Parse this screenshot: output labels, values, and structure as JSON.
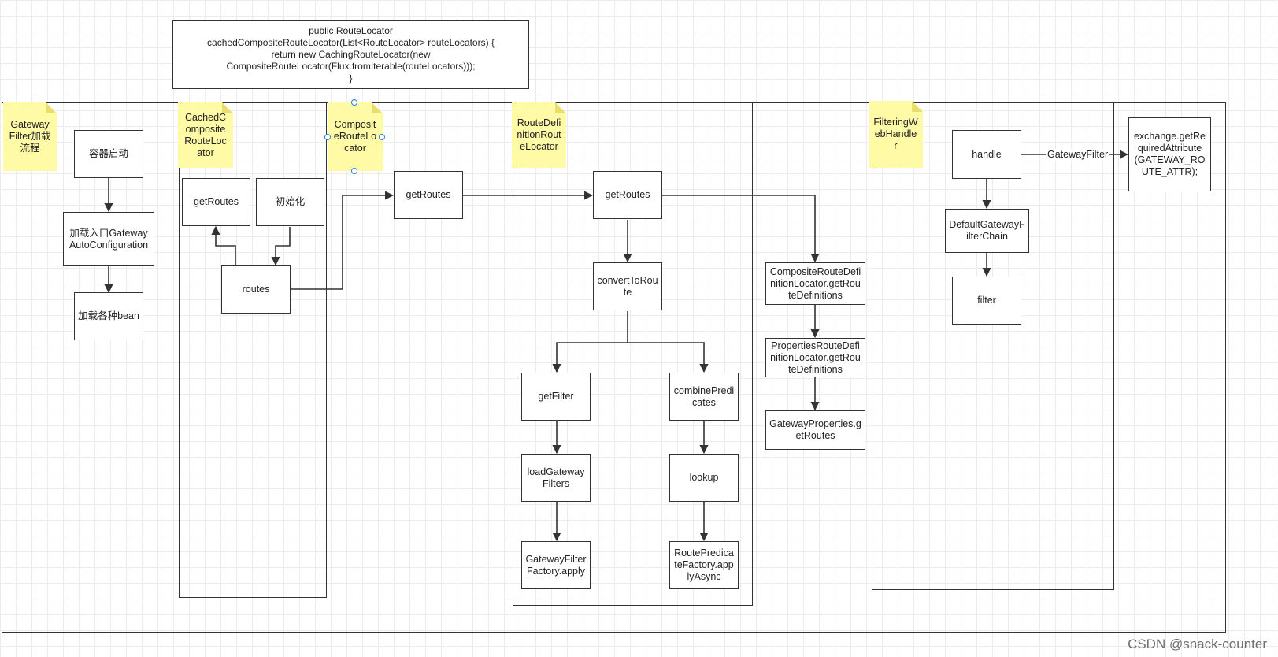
{
  "code_snippet": "public RouteLocator cachedCompositeRouteLocator(List<RouteLocator> routeLocators) {\n    return new CachingRouteLocator(new CompositeRouteLocator(Flux.fromIterable(routeLocators)));\n}",
  "notes": {
    "gateway_filter": "Gateway Filter加载流程",
    "cached_composite": "CachedCompositeRouteLocator",
    "composite": "CompositeRouteLocator",
    "route_definition": "RouteDefinitionRouteLocator",
    "filtering_handler": "FilteringWebHandler"
  },
  "nodes": {
    "container_start": "容器启动",
    "load_entry": "加载入口GatewayAutoConfiguration",
    "load_beans": "加载各种bean",
    "cached_get_routes": "getRoutes",
    "init": "初始化",
    "routes": "routes",
    "composite_get_routes": "getRoutes",
    "rd_get_routes": "getRoutes",
    "convert_to_route": "convertToRoute",
    "get_filter": "getFilter",
    "combine_predicates": "combinePredicates",
    "load_gateway_filters": "loadGatewayFilters",
    "lookup": "lookup",
    "gateway_filter_factory_apply": "GatewayFilterFactory.apply",
    "route_predicate_factory": "RoutePredicateFactory.applyAsync",
    "composite_route_def": "CompositeRouteDefinitionLocator.getRouteDefinitions",
    "properties_route_def": "PropertiesRouteDefinitionLocator.getRouteDefinitions",
    "gateway_properties": "GatewayProperties.getRoutes",
    "handle": "handle",
    "default_gateway_filter_chain": "DefaultGatewayFilterChain",
    "filter": "filter",
    "exchange_get_attr": "exchange.getRequiredAttribute(GATEWAY_ROUTE_ATTR);"
  },
  "edge_labels": {
    "gateway_filter": "GatewayFilter"
  },
  "watermark": "CSDN @snack-counter",
  "colors": {
    "note_fill": "#fffaa6",
    "note_fold": "#e7df6a",
    "stroke": "#333333",
    "selection_handle": "#2f7fd4",
    "grid": "#ececec"
  }
}
